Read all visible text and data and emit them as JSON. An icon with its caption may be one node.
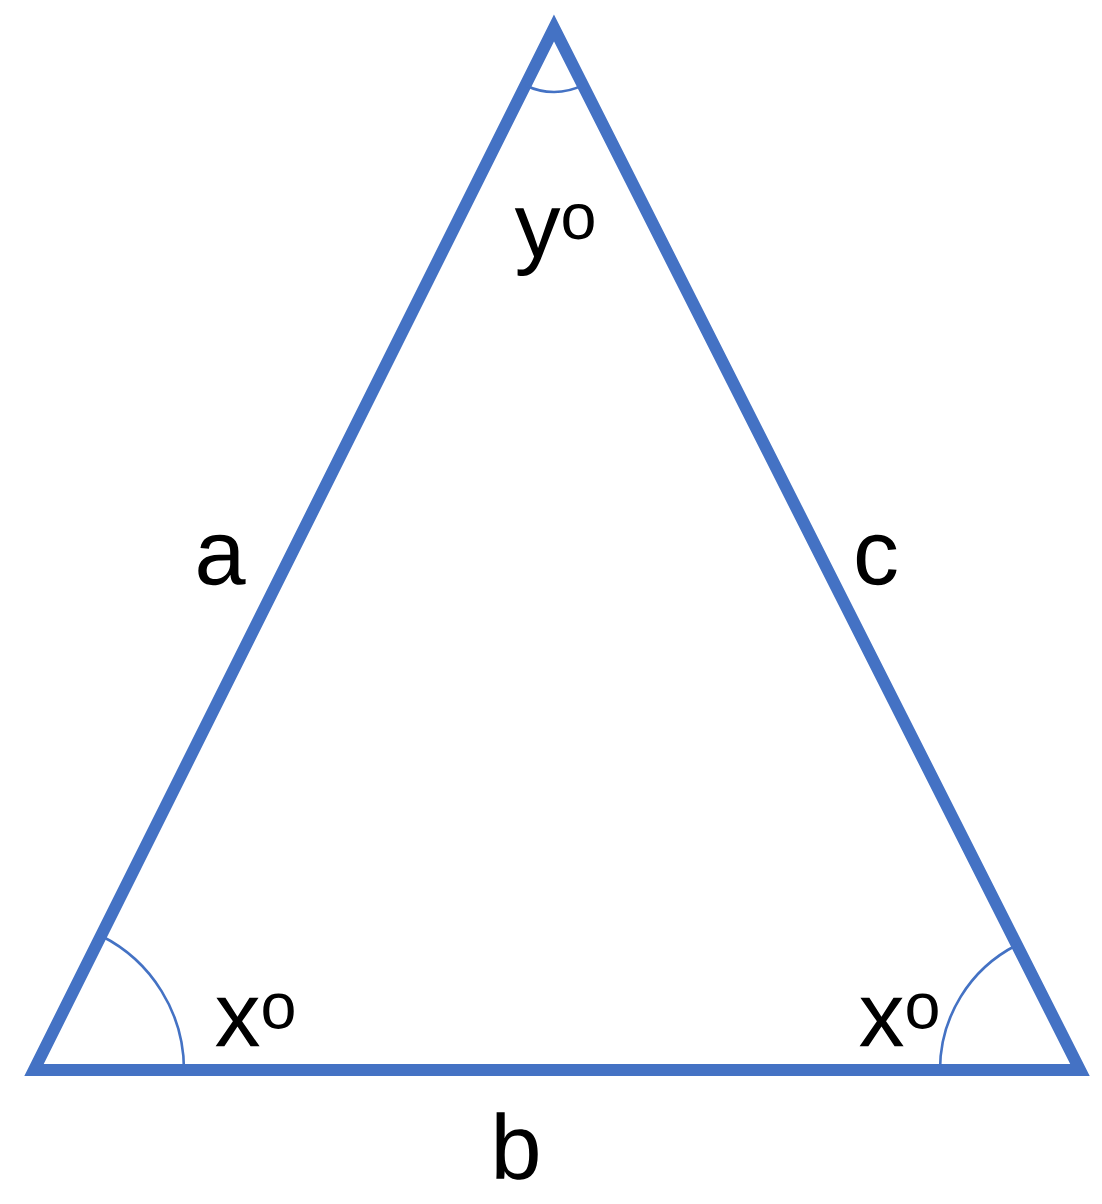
{
  "diagram": {
    "labels": [
      "y$^{o}$",
      "a",
      "c",
      "x$^{o}$",
      "x$^{o}$",
      "b"
    ]
  }
}
